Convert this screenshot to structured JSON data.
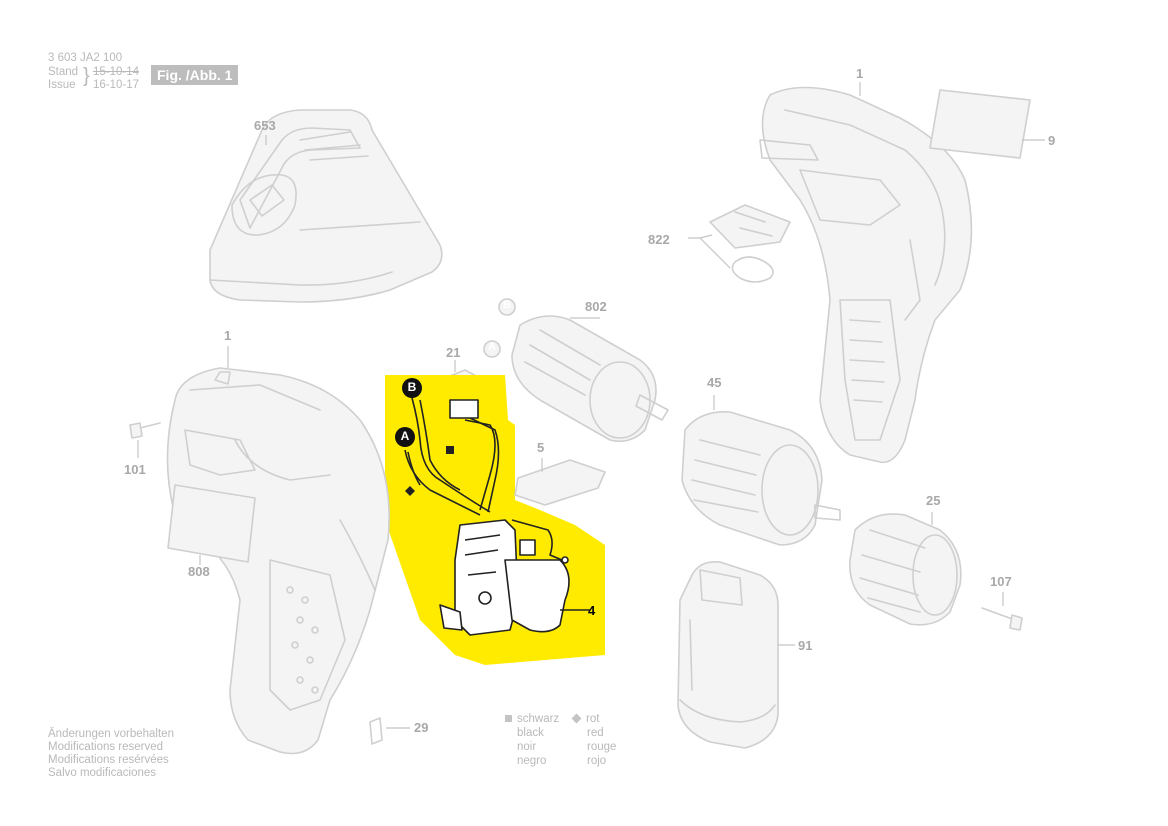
{
  "header": {
    "doc_number": "3 603 JA2 100",
    "stand_label": "Stand",
    "issue_label": "Issue",
    "old_date": "15-10-14",
    "new_date": "16-10-17",
    "figure": "Fig. /Abb. 1"
  },
  "parts": {
    "charger": "653",
    "housing_top": "1",
    "label_plate": "9",
    "clip_set": "822",
    "motor": "802",
    "switch_connector": "21",
    "housing_left": "1",
    "screw_left": "101",
    "gearbox": "45",
    "cover_plate": "5",
    "chuck": "25",
    "screw_right": "107",
    "name_plate": "808",
    "battery": "91",
    "switch": "4",
    "hook": "29"
  },
  "callouts": {
    "a": "A",
    "b": "B"
  },
  "legend": {
    "black": [
      "schwarz",
      "black",
      "noir",
      "negro"
    ],
    "red": [
      "rot",
      "red",
      "rouge",
      "rojo"
    ]
  },
  "notes": [
    "Änderungen vorbehalten",
    "Modifications reserved",
    "Modifications resérvées",
    "Salvo modificaciones"
  ],
  "colors": {
    "highlight": "#ffeb00",
    "ghost_line": "#cfcfcf",
    "label_gray": "#a8a8a8",
    "meta_gray": "#b9b9b9"
  }
}
